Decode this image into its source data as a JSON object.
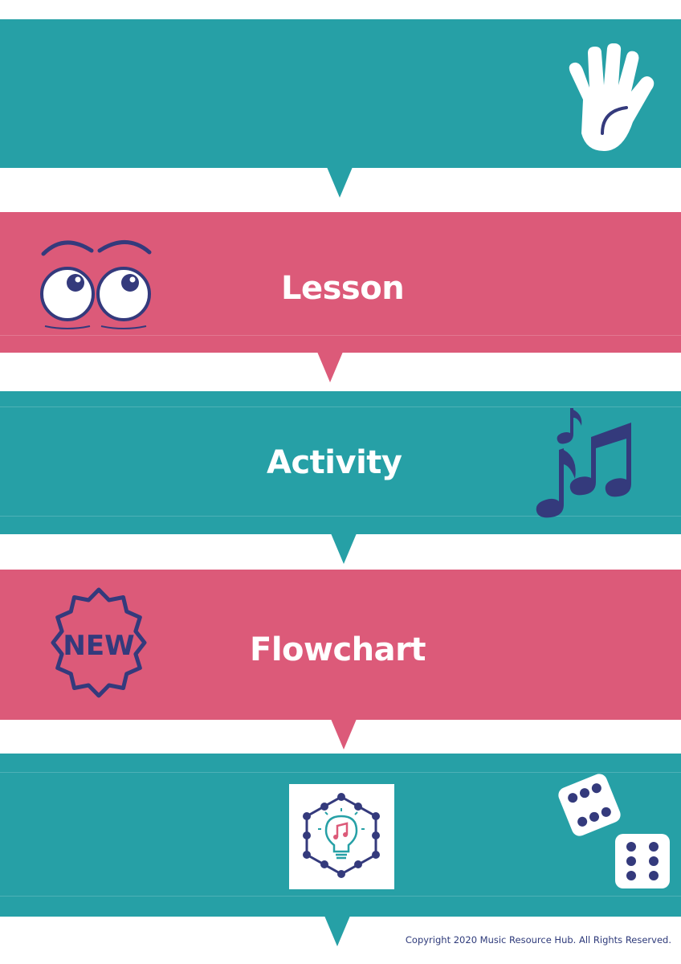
{
  "stages": [
    {
      "label": "",
      "color": "teal",
      "icon": "hand-icon"
    },
    {
      "label": "Lesson",
      "color": "pink",
      "icon": "eyes-icon"
    },
    {
      "label": "Activity",
      "color": "teal",
      "icon": "music-notes-icon"
    },
    {
      "label": "Flowchart",
      "color": "pink",
      "icon": "new-badge-icon"
    },
    {
      "label": "",
      "color": "teal",
      "icons": [
        "lightbulb-logo-icon",
        "dice-icon"
      ]
    }
  ],
  "new_badge_text": "NEW",
  "copyright": "Copyright 2020 Music Resource Hub. All Rights Reserved.",
  "colors": {
    "teal": "#26a0a6",
    "pink": "#dc5a79",
    "navy": "#343a7c",
    "white": "#ffffff"
  }
}
